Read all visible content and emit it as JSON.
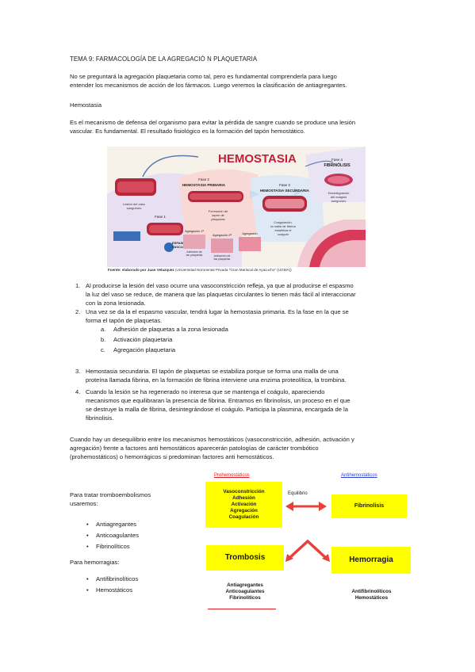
{
  "title": "TEMA 9: FARMACOLOGÍA DE LA AGREGACIÓ N PLAQUETARIA",
  "intro": [
    "No se preguntará la agregación plaquetaria como tal, pero es fundamental comprenderla para luego",
    "entender los mecanismos de acción de los fármacos. Luego veremos la clasificación de antiagregantes."
  ],
  "hemostasia_heading": "Hemostasia",
  "definition": [
    "Es el mecanismo de defensa del organismo para evitar la pérdida de sangre cuando se produce una lesión",
    "vascular. Es fundamental. El resultado fisiológico es la formación del tapón hemostático."
  ],
  "figure": {
    "title": "HEMOSTASIA",
    "phase4_title": "Fase 4",
    "phase4_name": "FIBRINÓLISIS",
    "phase4_desc": [
      "Desintegración",
      "del coágulo",
      "sanguíneo"
    ],
    "phase2_title": "Fase 2",
    "phase2_name": "HEMOSTASIA PRIMARIA",
    "phase2_desc": [
      "Formación de",
      "tapón de",
      "plaquetas"
    ],
    "phase3_title": "Fase 3",
    "phase3_name": "HEMOSTASIA SECUNDARIA",
    "phase3_desc": [
      "Coagulación,",
      "la malla de fibrina",
      "estabiliza el",
      "coágulo"
    ],
    "lesion": [
      "Lesión del vaso",
      "sanguíneo"
    ],
    "phase1_title": "Fase 1",
    "phase1_name": [
      "ESPASMO",
      "VASCULAR"
    ],
    "agreg1": "Agregación 1ª",
    "agreg2": "Agregación 2ª",
    "agreg3": "Agregación",
    "adhesion": [
      "Adhesión de",
      "las plaquetas"
    ],
    "activacion": [
      "Activación de",
      "las plaquetas"
    ],
    "caption_bold": "Fuente: elaborado por Juan Velazquez",
    "caption_rest": "(Universidad Nororiental Privada \"Gran Mariscal de Ayacucho\" (UGMA))"
  },
  "steps": [
    {
      "num": "1.",
      "lines": [
        "Al producirse la lesión del vaso ocurre una vasoconstricción refleja, ya que al producirse el espasmo",
        "la luz del vaso se reduce, de manera que las plaquetas circulantes lo tienen más fácil al interaccionar",
        "con la zona lesionada."
      ]
    },
    {
      "num": "2.",
      "lines": [
        "Una vez se da la el espasmo vascular, tendrá lugar la hemostasia primaria. Es la fase en la que se",
        "forma el tapón de plaquetas."
      ]
    },
    {
      "num": "3.",
      "lines": [
        "Hemostasia secundaria. El tapón de plaquetas se estabiliza porque se forma una malla de una",
        "proteína llamada fibrina, en la formación de fibrina interviene una enzima proteolítica, la trombina."
      ]
    },
    {
      "num": "4.",
      "lines": [
        "Cuando la lesión se ha regenerado no interesa que se mantenga el coágulo, apareciendo",
        "mecanismos que equilibraran la presencia de fibrina. Entramos en fibrinolisis, un proceso en el que",
        "se destruye la malla de fibrina, desintegrándose el coágulo. Participa la plasmina, encargada de la",
        "fibrinolisis."
      ]
    }
  ],
  "substeps": [
    {
      "letter": "a.",
      "text": "Adhesión de plaquetas a la zona lesionada"
    },
    {
      "letter": "b.",
      "text": "Activación plaquetaria"
    },
    {
      "letter": "c.",
      "text": "Agregación plaquetaria"
    }
  ],
  "imbalance": [
    "Cuando hay un desequilibrio entre los mecanismos hemostáticos (vasoconstricción, adhesión, activación y",
    "agregación) frente a factores anti hemostáticos aparecerán patologías de carácter trombótico",
    "(prohemostáticos) o hemorrágicos si predominan factores anti hemostáticos."
  ],
  "left": {
    "trombo_label": [
      "Para tratar tromboembolismos",
      "usaremos:"
    ],
    "trombo_items": [
      "Antiagregantes",
      "Anticoagulantes",
      "Fibrinolíticos"
    ],
    "hemo_label": "Para hemorragias:",
    "hemo_items": [
      "Antifibrinolíticos",
      "Hemostáticos"
    ]
  },
  "diagram": {
    "pro_label": "Prohemostáticos",
    "anti_label": "Antihemostáticos",
    "equilibrio": "Equilibrio",
    "pro_box": [
      "Vasoconstricción",
      "Adhesión",
      "Activación",
      "Agregación",
      "Coagulación"
    ],
    "fibrinolisis": "Fibrinolisis",
    "trombosis": "Trombosis",
    "hemorragia": "Hemorragia",
    "trombosis_tx": [
      "Antiagregantes",
      "Anticoagulantes",
      "Fibrinolíticos"
    ],
    "hemorragia_tx": [
      "Antifibrinolíticos",
      "Hemostáticos"
    ],
    "colors": {
      "box": "#ffff00",
      "arrow": "#e8403a",
      "pro": "#e02020",
      "anti": "#2a3fd0"
    }
  }
}
